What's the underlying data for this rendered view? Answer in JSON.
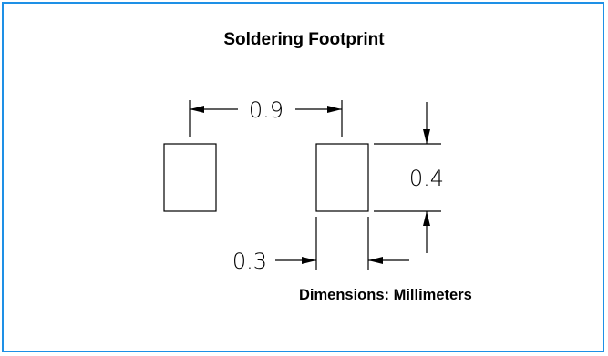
{
  "title": "Soldering Footprint",
  "units_note": "Dimensions: Millimeters",
  "dimensions": {
    "pitch": "0.9",
    "pad_height": "0.4",
    "pad_width": "0.3"
  },
  "colors": {
    "frame_border": "#1e90e6",
    "drawing": "#000000"
  }
}
